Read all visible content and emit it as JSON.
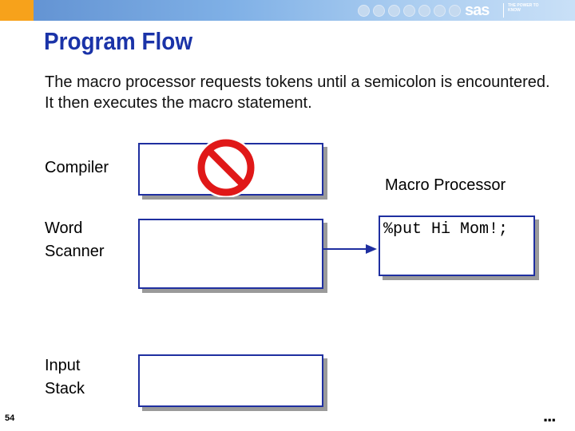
{
  "header": {
    "logo_text": "sas",
    "tagline": "THE POWER TO KNOW",
    "colors": {
      "accent_orange": "#f7a21b",
      "bar_blue": "#6f9fdc"
    }
  },
  "title": "Program Flow",
  "description": "The macro processor requests tokens until a semicolon is encountered. It then executes the macro statement.",
  "labels": {
    "compiler": "Compiler",
    "word_scanner_line1": "Word",
    "word_scanner_line2": "Scanner",
    "input_stack_line1": "Input",
    "input_stack_line2": "Stack",
    "macro_processor": "Macro Processor"
  },
  "macro_processor_content": "%put Hi Mom!;",
  "icons": {
    "compiler_status": "prohibition-icon",
    "flow": "arrow-right-icon"
  },
  "footer": {
    "slide_number": "54",
    "continuation": "..."
  },
  "colors": {
    "title": "#1a33a8",
    "box_border": "#1f2fa0",
    "prohibition_red": "#e01818"
  }
}
